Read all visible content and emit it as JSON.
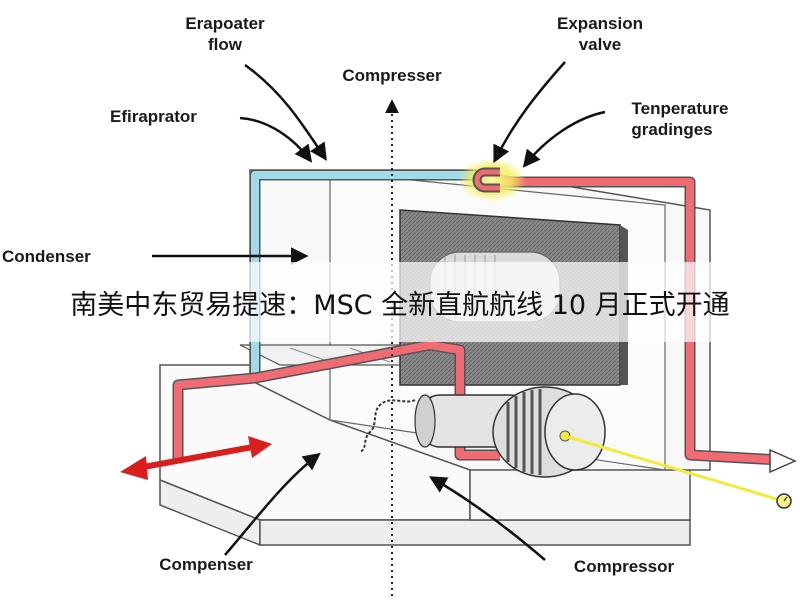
{
  "labels": {
    "evaporator_flow": [
      "Erapoater",
      "flow"
    ],
    "expansion_valve": [
      "Expansion",
      "valve"
    ],
    "compresser_top": "Compresser",
    "efiraprator": "Efiraprator",
    "temperature_gradings": [
      "Tenperature",
      "gradinges"
    ],
    "condenser": "Condenser",
    "compenser": "Compenser",
    "compressor": "Compressor"
  },
  "banner": {
    "text": "南美中东贸易提速：MSC 全新直航航线 10 月正式开通"
  },
  "colors": {
    "hot_pipe": "#f06b74",
    "cold_pipe": "#9fdbe8",
    "arrow_red": "#d91e1e",
    "highlight": "#f4f06a",
    "signal_line": "#f2ea3c",
    "outline": "#444444"
  }
}
